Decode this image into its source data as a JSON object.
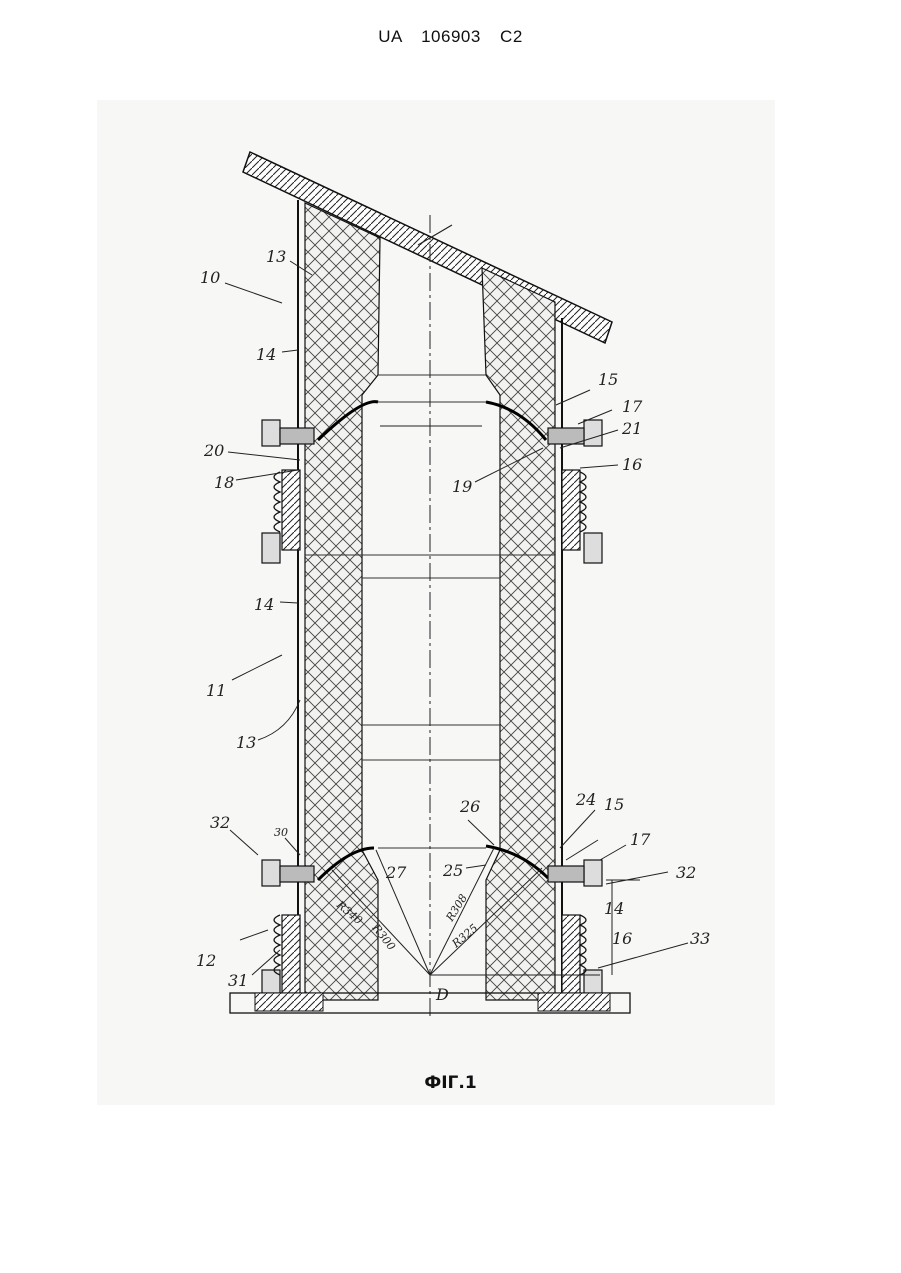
{
  "header": {
    "text": "UA   106903   C2"
  },
  "figure": {
    "caption": "ФІГ.1",
    "labels": {
      "l10": "10",
      "l11": "11",
      "l12": "12",
      "l13a": "13",
      "l13b": "13",
      "l14a": "14",
      "l14b": "14",
      "l14c": "14",
      "l15a": "15",
      "l15b": "15",
      "l16a": "16",
      "l16b": "16",
      "l17a": "17",
      "l17b": "17",
      "l18": "18",
      "l19": "19",
      "l20": "20",
      "l21": "21",
      "l24": "24",
      "l25": "25",
      "l26": "26",
      "l27": "27",
      "l30": "30",
      "l31": "31",
      "l32a": "32",
      "l32b": "32",
      "l33": "33",
      "lD": "D",
      "r300": "R300",
      "r308": "R308",
      "r325": "R325",
      "r340": "R340"
    }
  }
}
